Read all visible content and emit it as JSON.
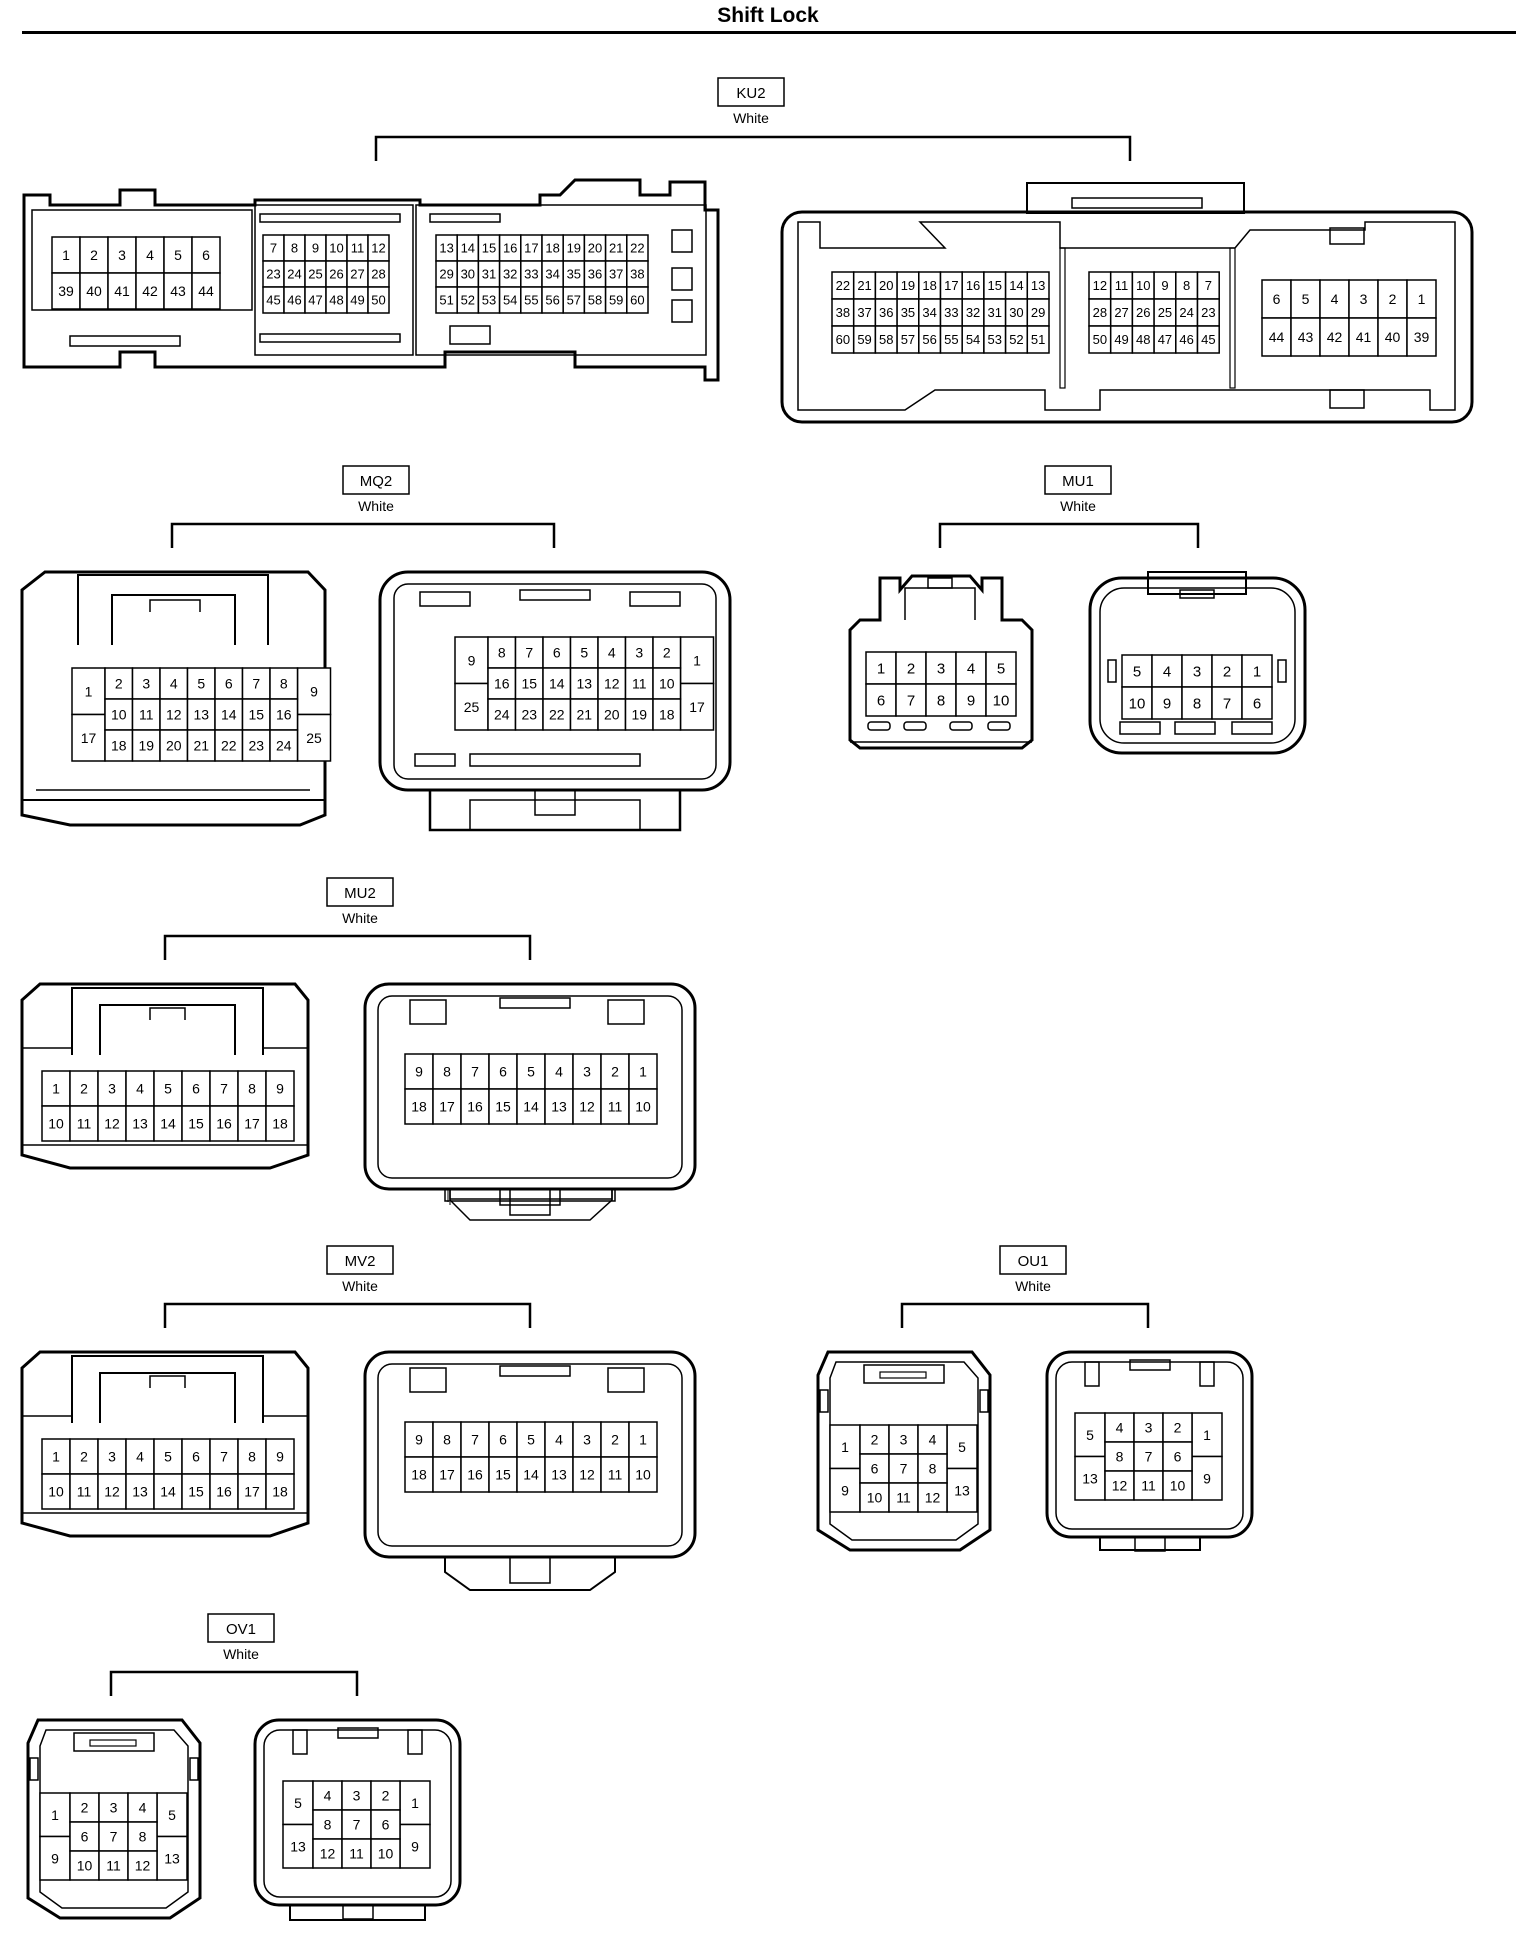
{
  "title": "Shift Lock",
  "connectors": [
    {
      "id": "KU2",
      "color": "White",
      "views": [
        {
          "cavities": [
            {
              "rows": [
                [
                  "1",
                  "2",
                  "3",
                  "4",
                  "5",
                  "6"
                ],
                [
                  "39",
                  "40",
                  "41",
                  "42",
                  "43",
                  "44"
                ]
              ]
            },
            {
              "rows": [
                [
                  "7",
                  "8",
                  "9",
                  "10",
                  "11",
                  "12"
                ],
                [
                  "23",
                  "24",
                  "25",
                  "26",
                  "27",
                  "28"
                ],
                [
                  "45",
                  "46",
                  "47",
                  "48",
                  "49",
                  "50"
                ]
              ]
            },
            {
              "rows": [
                [
                  "13",
                  "14",
                  "15",
                  "16",
                  "17",
                  "18",
                  "19",
                  "20",
                  "21",
                  "22"
                ],
                [
                  "29",
                  "30",
                  "31",
                  "32",
                  "33",
                  "34",
                  "35",
                  "36",
                  "37",
                  "38"
                ],
                [
                  "51",
                  "52",
                  "53",
                  "54",
                  "55",
                  "56",
                  "57",
                  "58",
                  "59",
                  "60"
                ]
              ]
            }
          ]
        },
        {
          "cavities": [
            {
              "rows": [
                [
                  "22",
                  "21",
                  "20",
                  "19",
                  "18",
                  "17",
                  "16",
                  "15",
                  "14",
                  "13"
                ],
                [
                  "38",
                  "37",
                  "36",
                  "35",
                  "34",
                  "33",
                  "32",
                  "31",
                  "30",
                  "29"
                ],
                [
                  "60",
                  "59",
                  "58",
                  "57",
                  "56",
                  "55",
                  "54",
                  "53",
                  "52",
                  "51"
                ]
              ]
            },
            {
              "rows": [
                [
                  "12",
                  "11",
                  "10",
                  "9",
                  "8",
                  "7"
                ],
                [
                  "28",
                  "27",
                  "26",
                  "25",
                  "24",
                  "23"
                ],
                [
                  "50",
                  "49",
                  "48",
                  "47",
                  "46",
                  "45"
                ]
              ]
            },
            {
              "rows": [
                [
                  "6",
                  "5",
                  "4",
                  "3",
                  "2",
                  "1"
                ],
                [
                  "44",
                  "43",
                  "42",
                  "41",
                  "40",
                  "39"
                ]
              ]
            }
          ]
        }
      ]
    },
    {
      "id": "MQ2",
      "color": "White",
      "views": [
        {
          "left": [
            "1",
            "17"
          ],
          "rows": [
            [
              "2",
              "3",
              "4",
              "5",
              "6",
              "7",
              "8"
            ],
            [
              "10",
              "11",
              "12",
              "13",
              "14",
              "15",
              "16"
            ],
            [
              "18",
              "19",
              "20",
              "21",
              "22",
              "23",
              "24"
            ]
          ],
          "right": [
            "9",
            "25"
          ]
        },
        {
          "left": [
            "9",
            "25"
          ],
          "rows": [
            [
              "8",
              "7",
              "6",
              "5",
              "4",
              "3",
              "2"
            ],
            [
              "16",
              "15",
              "14",
              "13",
              "12",
              "11",
              "10"
            ],
            [
              "24",
              "23",
              "22",
              "21",
              "20",
              "19",
              "18"
            ]
          ],
          "right": [
            "1",
            "17"
          ]
        }
      ]
    },
    {
      "id": "MU1",
      "color": "White",
      "views": [
        {
          "rows": [
            [
              "1",
              "2",
              "3",
              "4",
              "5"
            ],
            [
              "6",
              "7",
              "8",
              "9",
              "10"
            ]
          ]
        },
        {
          "rows": [
            [
              "5",
              "4",
              "3",
              "2",
              "1"
            ],
            [
              "10",
              "9",
              "8",
              "7",
              "6"
            ]
          ]
        }
      ]
    },
    {
      "id": "MU2",
      "color": "White",
      "views": [
        {
          "rows": [
            [
              "1",
              "2",
              "3",
              "4",
              "5",
              "6",
              "7",
              "8",
              "9"
            ],
            [
              "10",
              "11",
              "12",
              "13",
              "14",
              "15",
              "16",
              "17",
              "18"
            ]
          ]
        },
        {
          "rows": [
            [
              "9",
              "8",
              "7",
              "6",
              "5",
              "4",
              "3",
              "2",
              "1"
            ],
            [
              "18",
              "17",
              "16",
              "15",
              "14",
              "13",
              "12",
              "11",
              "10"
            ]
          ]
        }
      ]
    },
    {
      "id": "MV2",
      "color": "White",
      "views": [
        {
          "rows": [
            [
              "1",
              "2",
              "3",
              "4",
              "5",
              "6",
              "7",
              "8",
              "9"
            ],
            [
              "10",
              "11",
              "12",
              "13",
              "14",
              "15",
              "16",
              "17",
              "18"
            ]
          ]
        },
        {
          "rows": [
            [
              "9",
              "8",
              "7",
              "6",
              "5",
              "4",
              "3",
              "2",
              "1"
            ],
            [
              "18",
              "17",
              "16",
              "15",
              "14",
              "13",
              "12",
              "11",
              "10"
            ]
          ]
        }
      ]
    },
    {
      "id": "OU1",
      "color": "White",
      "views": [
        {
          "left": [
            "1",
            "9"
          ],
          "rows": [
            [
              "2",
              "3",
              "4"
            ],
            [
              "6",
              "7",
              "8"
            ],
            [
              "10",
              "11",
              "12"
            ]
          ],
          "right": [
            "5",
            "13"
          ]
        },
        {
          "left": [
            "5",
            "13"
          ],
          "rows": [
            [
              "4",
              "3",
              "2"
            ],
            [
              "8",
              "7",
              "6"
            ],
            [
              "12",
              "11",
              "10"
            ]
          ],
          "right": [
            "1",
            "9"
          ]
        }
      ]
    },
    {
      "id": "OV1",
      "color": "White",
      "views": [
        {
          "left": [
            "1",
            "9"
          ],
          "rows": [
            [
              "2",
              "3",
              "4"
            ],
            [
              "6",
              "7",
              "8"
            ],
            [
              "10",
              "11",
              "12"
            ]
          ],
          "right": [
            "5",
            "13"
          ]
        },
        {
          "left": [
            "5",
            "13"
          ],
          "rows": [
            [
              "4",
              "3",
              "2"
            ],
            [
              "8",
              "7",
              "6"
            ],
            [
              "12",
              "11",
              "10"
            ]
          ],
          "right": [
            "1",
            "9"
          ]
        }
      ]
    }
  ]
}
